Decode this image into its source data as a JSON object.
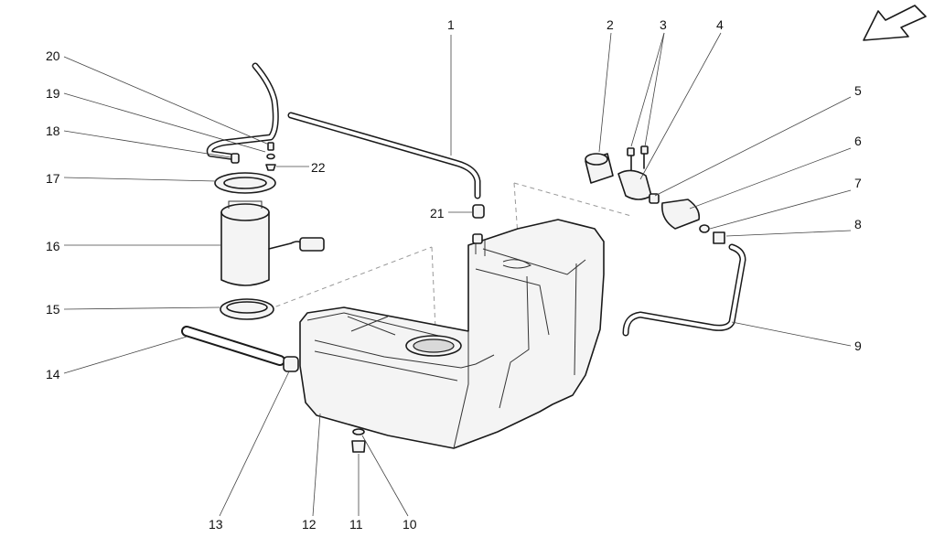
{
  "callouts": [
    {
      "number": "1"
    },
    {
      "number": "2"
    },
    {
      "number": "3"
    },
    {
      "number": "4"
    },
    {
      "number": "5"
    },
    {
      "number": "6"
    },
    {
      "number": "7"
    },
    {
      "number": "8"
    },
    {
      "number": "9"
    },
    {
      "number": "10"
    },
    {
      "number": "11"
    },
    {
      "number": "12"
    },
    {
      "number": "13"
    },
    {
      "number": "14"
    },
    {
      "number": "15"
    },
    {
      "number": "16"
    },
    {
      "number": "17"
    },
    {
      "number": "18"
    },
    {
      "number": "19"
    },
    {
      "number": "20"
    },
    {
      "number": "21"
    },
    {
      "number": "22"
    }
  ],
  "orientation_arrow": {
    "icon": "direction-arrow-icon"
  }
}
